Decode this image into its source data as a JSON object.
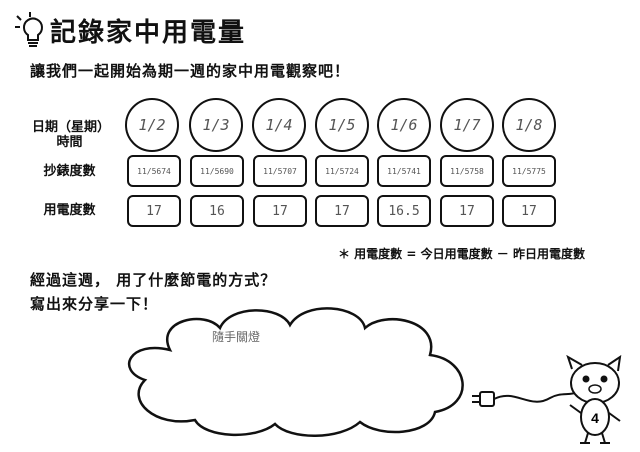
{
  "header": {
    "title": "記錄家中用電量",
    "intro": "讓我們一起開始為期一週的家中用電觀察吧！"
  },
  "table": {
    "row_labels": {
      "date_line1": "日期（星期）",
      "date_line2": "時間",
      "reading": "抄錶度數",
      "usage": "用電度數"
    },
    "dates": [
      "1/2",
      "1/3",
      "1/4",
      "1/5",
      "1/6",
      "1/7",
      "1/8"
    ],
    "readings": [
      "11/5674",
      "11/5690",
      "11/5707",
      "11/5724",
      "11/5741",
      "11/5758",
      "11/5775"
    ],
    "usage": [
      "17",
      "16",
      "17",
      "17",
      "16.5",
      "17",
      "17"
    ]
  },
  "note": "＊ 用電度數 = 今日用電度數 － 昨日用電度數",
  "question": {
    "line1": "經過這週， 用了什麼節電的方式？",
    "line2": "寫出來分享一下！"
  },
  "answer": {
    "text": "隨手關燈"
  },
  "mascot": {
    "badge": "4"
  }
}
